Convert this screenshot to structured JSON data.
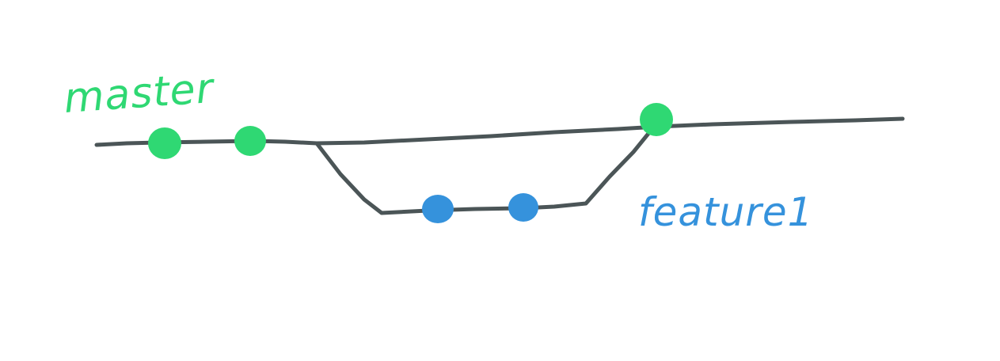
{
  "diagram": {
    "branches": [
      {
        "id": "master",
        "label": "master",
        "color": "#2fd873",
        "commit_count": 3
      },
      {
        "id": "feature1",
        "label": "feature1",
        "color": "#3592dc",
        "commit_count": 2
      }
    ],
    "line_color": "#4b5557"
  }
}
